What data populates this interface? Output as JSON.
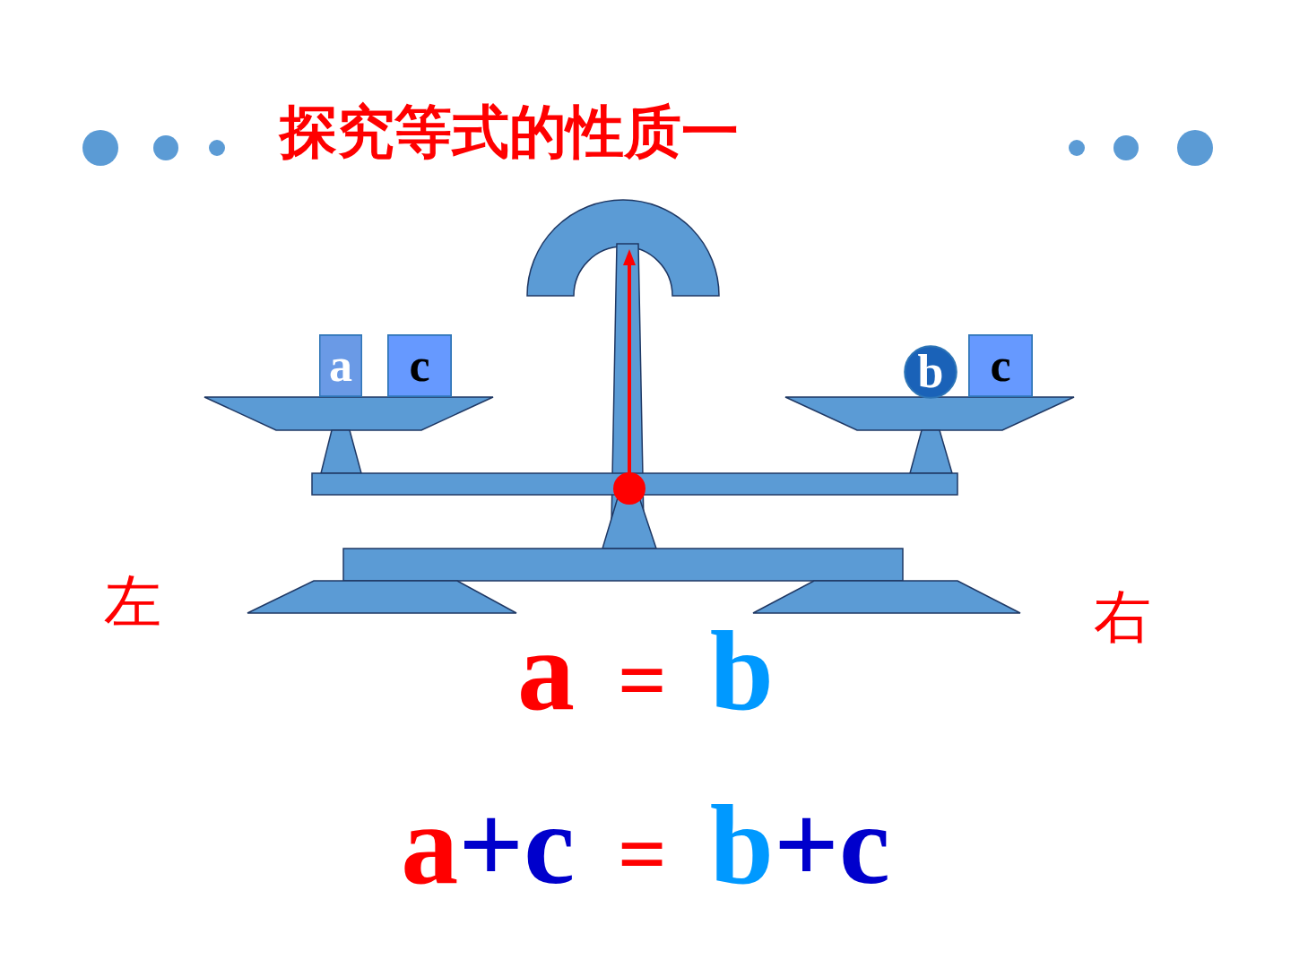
{
  "diagram": {
    "title": "探究等式的性质一",
    "nodes": [
      {
        "text": [
          "a"
        ]
      },
      {
        "text": [
          "c"
        ]
      },
      {
        "text": [
          "b"
        ]
      },
      {
        "text": [
          "c"
        ]
      }
    ],
    "labels": [
      "左",
      "右",
      "a",
      "=",
      "b",
      "a",
      "+c",
      "=",
      "b",
      "+c"
    ]
  }
}
